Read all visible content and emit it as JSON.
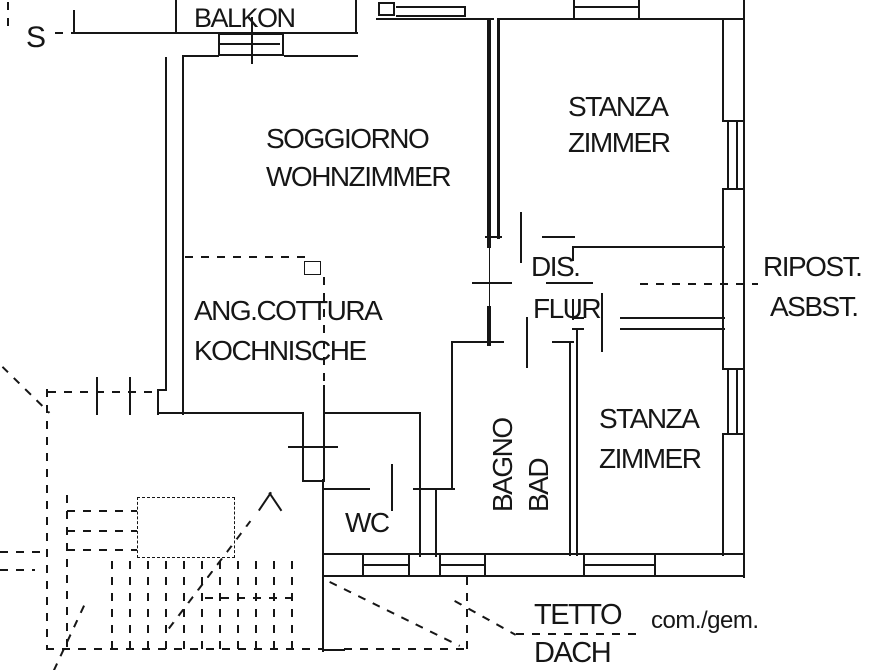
{
  "plan": {
    "title": "apartment floor plan",
    "balcony_label": "BALKON",
    "section_label": "S",
    "living_label_it": "SOGGIORNO",
    "living_label_de": "WOHNZIMMER",
    "kitchen_label_it": "ANG.COTTURA",
    "kitchen_label_de": "KOCHNISCHE",
    "room_top_label_it": "STANZA",
    "room_top_label_de": "ZIMMER",
    "hall_label_it": "DIS.",
    "hall_label_de": "FLUR",
    "storage_label_it": "RIPOST.",
    "storage_label_de": "ASBST.",
    "bath_label_it": "BAGNO",
    "bath_label_de": "BAD",
    "wc_label": "WC",
    "room_bottom_label_it": "STANZA",
    "room_bottom_label_de": "ZIMMER",
    "roof_label_it": "TETTO",
    "roof_label_de": "DACH",
    "common_label": "com./gem."
  },
  "colors": {
    "line": "#161616",
    "background": "#ffffff"
  }
}
